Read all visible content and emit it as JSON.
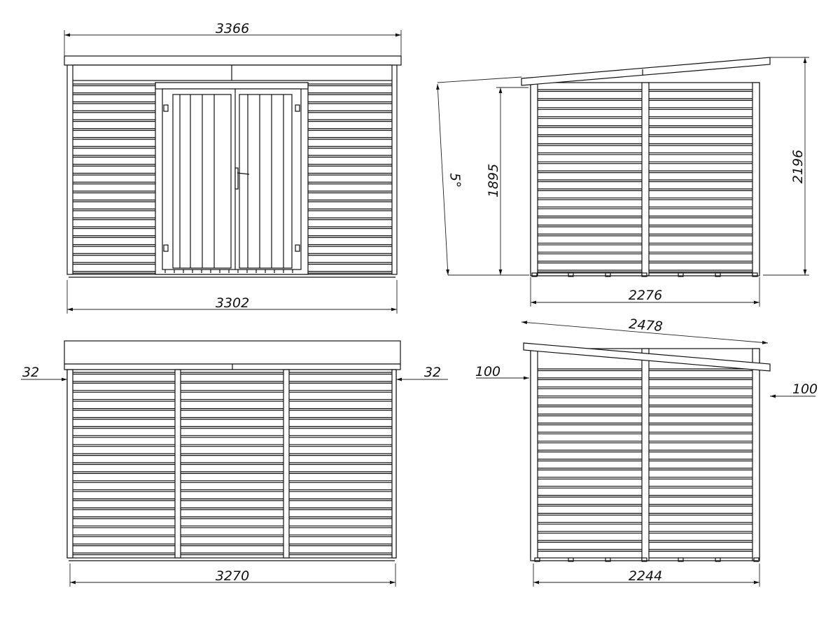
{
  "front_view": {
    "width_roof": "3366",
    "width_base": "3302"
  },
  "side_view_right": {
    "angle": "5°",
    "height_front": "1895",
    "height_total": "2196",
    "width_base": "2276"
  },
  "back_view": {
    "overhang_left": "32",
    "overhang_right": "32",
    "width_base": "3270"
  },
  "side_view_left": {
    "roof_length": "2478",
    "overhang_left": "100",
    "overhang_right": "100",
    "width_base": "2244"
  },
  "colors": {
    "line": "#111111",
    "background": "#ffffff"
  }
}
